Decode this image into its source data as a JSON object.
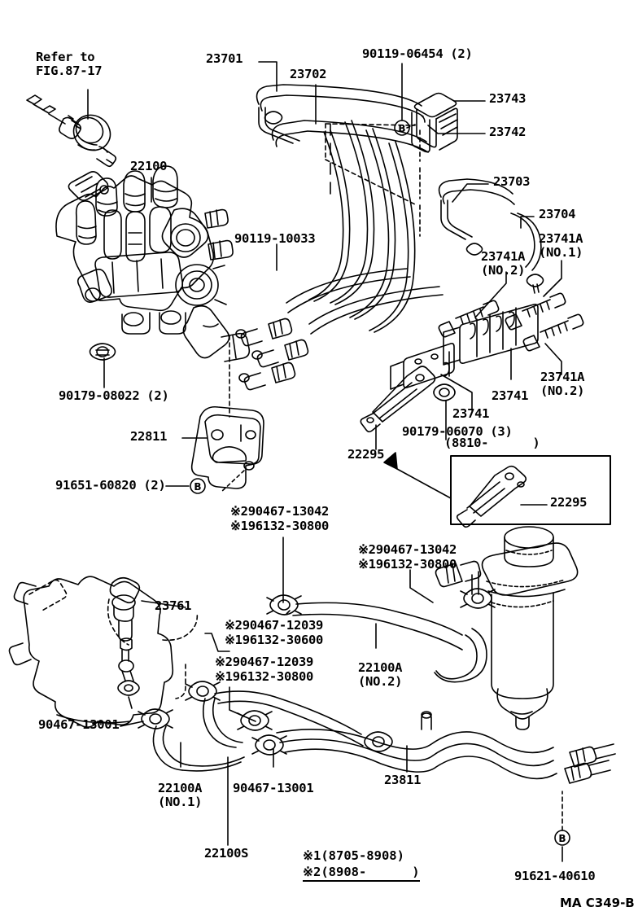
{
  "diagram": {
    "title_code": "MA C349-B",
    "refer_note": "Refer to\nFIG.87-17",
    "legend": {
      "line1": "※1(8705-8908)",
      "line2": "※2(8908-      )"
    },
    "inset": {
      "range_label": "(8810-      )",
      "part": "22295"
    }
  },
  "labels": {
    "refer_to": "Refer to\nFIG.87-17",
    "p_22100": "22100",
    "p_23701": "23701",
    "p_23702": "23702",
    "p_90119_06454": "90119-06454 (2)",
    "p_23743": "23743",
    "p_23742": "23742",
    "p_23703": "23703",
    "p_23704": "23704",
    "p_23741A_no1": "23741A\n(NO.1)",
    "p_23741A_no2_top": "23741A\n(NO.2)",
    "p_23741A_no2_bot": "23741A\n(NO.2)",
    "p_23741_right": "23741",
    "p_23741_left": "23741",
    "p_90119_10033": "90119-10033",
    "p_90179_08022": "90179-08022 (2)",
    "p_22811": "22811",
    "p_91651_60820": "91651-60820 (2)",
    "p_90179_06070": "90179-06070 (3)",
    "p_22295": "22295",
    "p_22295_inset": "22295",
    "inset_range": "(8810-      )",
    "star_a_l1": "※290467-13042",
    "star_a_l2": "※196132-30800",
    "star_b_l1": "※290467-13042",
    "star_b_l2": "※196132-30800",
    "star_c_l1": "※290467-12039",
    "star_c_l2": "※196132-30600",
    "star_d_l1": "※290467-12039",
    "star_d_l2": "※196132-30800",
    "p_23761": "23761",
    "p_90467_13001_left": "90467-13001",
    "p_90467_13001_mid": "90467-13001",
    "p_22100A_no1": "22100A\n(NO.1)",
    "p_22100A_no2": "22100A\n(NO.2)",
    "p_22100S": "22100S",
    "p_23811": "23811",
    "p_91621_40610": "91621-40610",
    "legend1": "※1(8705-8908)",
    "legend2": "※2(8908-      )",
    "sheet_code": "MA C349-B",
    "bolt_B": "B"
  }
}
